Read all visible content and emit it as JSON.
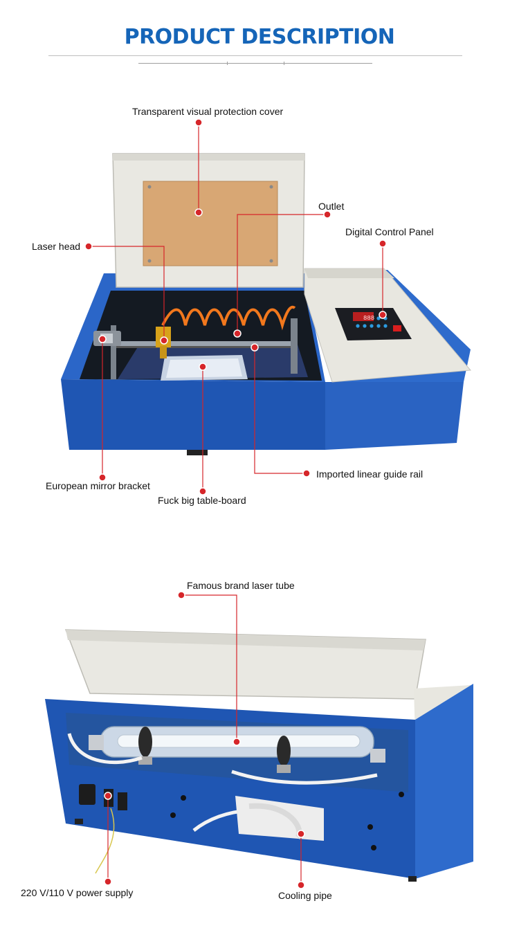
{
  "header": {
    "title": "PRODUCT DESCRIPTION"
  },
  "colors": {
    "accent": "#1565b8",
    "marker": "#d6262a",
    "machine_blue": "#1f56b3"
  },
  "machine1": {
    "labels": {
      "cover": "Transparent visual protection cover",
      "outlet": "Outlet",
      "panel": "Digital Control Panel",
      "head": "Laser head",
      "mirror": "European mirror bracket",
      "table": "Fuck big table-board",
      "rail": "Imported linear guide rail"
    },
    "display": "888"
  },
  "machine2": {
    "labels": {
      "tube": "Famous brand laser tube",
      "power": "220 V/110 V power supply",
      "cooling": "Cooling pipe"
    }
  }
}
